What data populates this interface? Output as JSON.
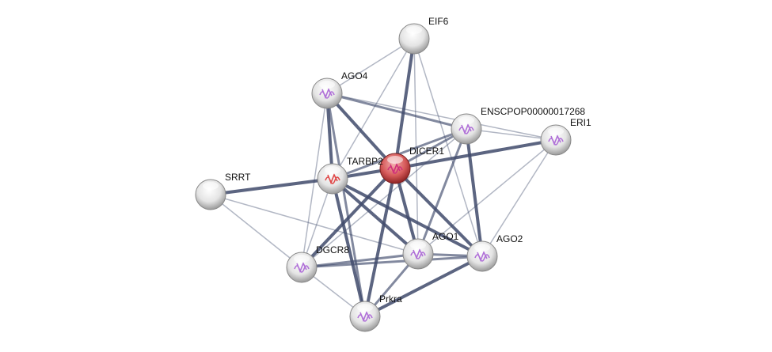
{
  "network": {
    "query_color": "#cc4444",
    "edge_color": "#3f4a6b",
    "nodes": [
      {
        "id": "EIF6",
        "label": "EIF6",
        "query": false,
        "structure": false
      },
      {
        "id": "AGO4",
        "label": "AGO4",
        "query": false,
        "structure": true
      },
      {
        "id": "ENSC",
        "label": "ENSCPOP00000017268",
        "query": false,
        "structure": true
      },
      {
        "id": "ERI1",
        "label": "ERI1",
        "query": false,
        "structure": true
      },
      {
        "id": "DICER1",
        "label": "DICER1",
        "query": true,
        "structure": true
      },
      {
        "id": "TARBP2",
        "label": "TARBP2",
        "query": false,
        "structure": true
      },
      {
        "id": "SRRT",
        "label": "SRRT",
        "query": false,
        "structure": false
      },
      {
        "id": "AGO1",
        "label": "AGO1",
        "query": false,
        "structure": true
      },
      {
        "id": "AGO2",
        "label": "AGO2",
        "query": false,
        "structure": true
      },
      {
        "id": "DGCR8",
        "label": "DGCR8",
        "query": false,
        "structure": true
      },
      {
        "id": "Prkra",
        "label": "Prkra",
        "query": false,
        "structure": true
      }
    ],
    "edges": [
      [
        "EIF6",
        "AGO4",
        1
      ],
      [
        "EIF6",
        "TARBP2",
        1
      ],
      [
        "EIF6",
        "DICER1",
        3
      ],
      [
        "EIF6",
        "AGO1",
        1
      ],
      [
        "EIF6",
        "AGO2",
        1
      ],
      [
        "AGO4",
        "ENSC",
        2
      ],
      [
        "AGO4",
        "ERI1",
        1
      ],
      [
        "AGO4",
        "DICER1",
        3
      ],
      [
        "AGO4",
        "TARBP2",
        3
      ],
      [
        "AGO4",
        "DGCR8",
        1
      ],
      [
        "AGO4",
        "Prkra",
        2
      ],
      [
        "ENSC",
        "DICER1",
        2
      ],
      [
        "ENSC",
        "TARBP2",
        2
      ],
      [
        "ENSC",
        "AGO1",
        2
      ],
      [
        "ENSC",
        "AGO2",
        3
      ],
      [
        "ENSC",
        "DGCR8",
        1
      ],
      [
        "ENSC",
        "ERI1",
        1
      ],
      [
        "ERI1",
        "DICER1",
        3
      ],
      [
        "ERI1",
        "AGO1",
        1
      ],
      [
        "ERI1",
        "AGO2",
        1
      ],
      [
        "DICER1",
        "TARBP2",
        3
      ],
      [
        "DICER1",
        "AGO1",
        3
      ],
      [
        "DICER1",
        "AGO2",
        3
      ],
      [
        "DICER1",
        "DGCR8",
        3
      ],
      [
        "DICER1",
        "Prkra",
        3
      ],
      [
        "TARBP2",
        "SRRT",
        3
      ],
      [
        "TARBP2",
        "AGO1",
        3
      ],
      [
        "TARBP2",
        "AGO2",
        3
      ],
      [
        "TARBP2",
        "Prkra",
        3
      ],
      [
        "TARBP2",
        "DGCR8",
        1
      ],
      [
        "SRRT",
        "AGO1",
        1
      ],
      [
        "SRRT",
        "DGCR8",
        1
      ],
      [
        "AGO1",
        "AGO2",
        2
      ],
      [
        "AGO1",
        "DGCR8",
        2
      ],
      [
        "AGO1",
        "Prkra",
        2
      ],
      [
        "AGO2",
        "DGCR8",
        2
      ],
      [
        "AGO2",
        "Prkra",
        3
      ],
      [
        "DGCR8",
        "Prkra",
        1
      ]
    ]
  }
}
